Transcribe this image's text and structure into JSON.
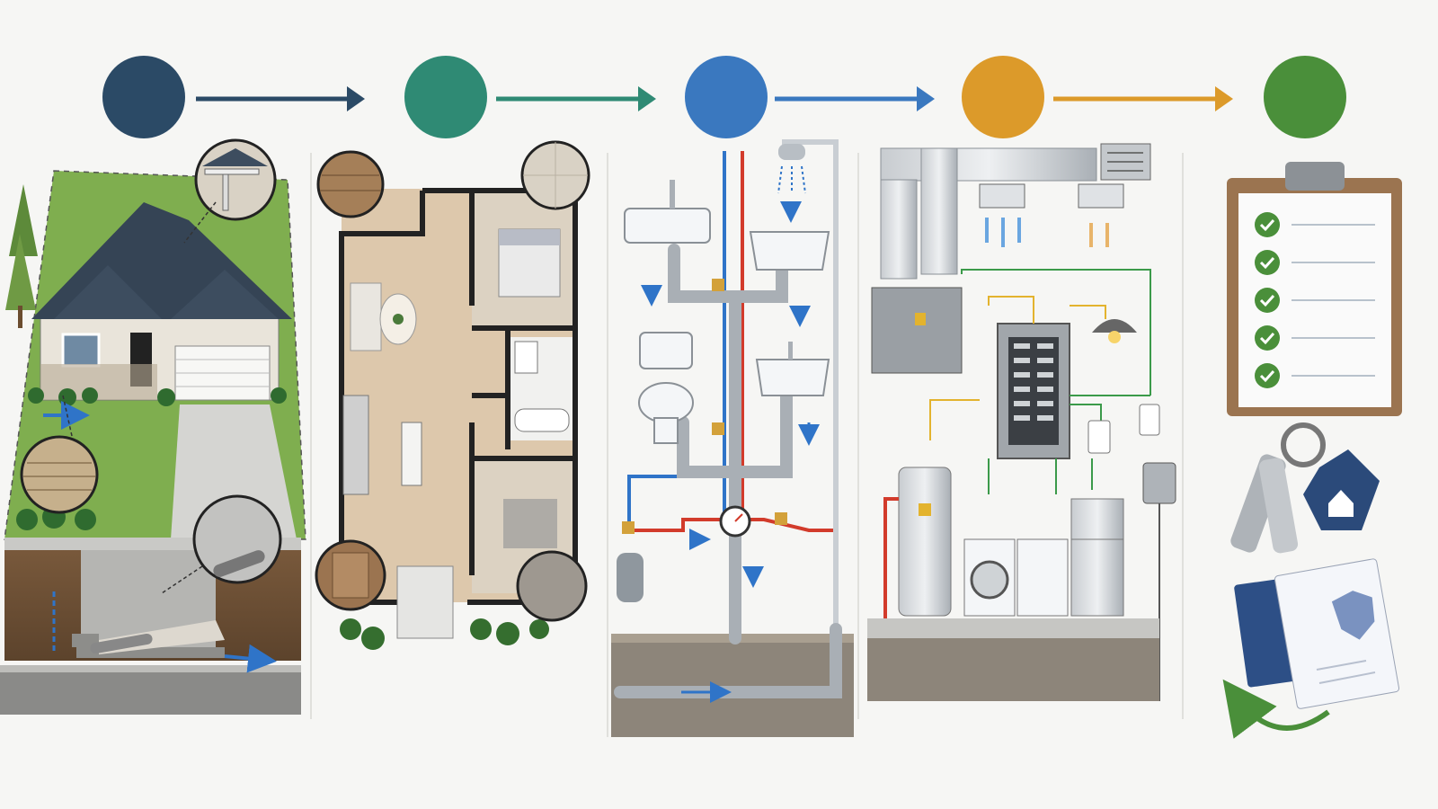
{
  "colors": {
    "step1": "#2b4a66",
    "step2": "#2f8a74",
    "step3": "#3a78bf",
    "step4": "#dc9a2a",
    "step5": "#4a8f3a",
    "background": "#f6f6f4",
    "water_hot": "#d23b2b",
    "water_cold": "#2f74c8",
    "wire_green": "#3b9a4a",
    "wire_yellow": "#e3b32e",
    "pipe_gray": "#a9afb5"
  },
  "steps": [
    {
      "id": "site-foundation",
      "icon": "house-exterior-icon"
    },
    {
      "id": "floor-plan",
      "icon": "floor-plan-icon"
    },
    {
      "id": "plumbing",
      "icon": "plumbing-icon"
    },
    {
      "id": "hvac-electrical",
      "icon": "hvac-electrical-icon"
    },
    {
      "id": "inspection-handover",
      "icon": "checklist-keys-icon"
    }
  ],
  "checklist": {
    "items": 5
  }
}
